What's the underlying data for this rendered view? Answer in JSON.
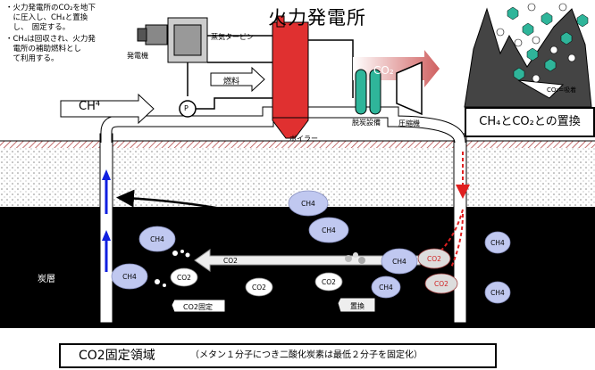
{
  "title": "火力発電所",
  "notes": [
    "・火力発電所のCO₂を地下\n　に圧入し、CH₄と置換\n　し、　固定する。",
    "・CH₄は回収され、火力発\n　電所の補助燃料とし\n　て利用する。"
  ],
  "plant_labels": {
    "generator": "発電機",
    "steam_turbine": "蒸気タービン",
    "fuel": "燃料",
    "pump": "P",
    "boiler": "ボイラー",
    "decarbonization": "脱炭設備",
    "compressor": "圧縮機",
    "ch4_input": "CH⁴",
    "co2_output": "CO₂"
  },
  "caption": "CH₄とCO₂との置換",
  "inset_label": "CO₂=吸着",
  "coal_layer": "炭層",
  "molecules": {
    "ch4": "CH4",
    "co2": "CO2",
    "co2_red": "CO2"
  },
  "signs": {
    "fixation": "CO2固定",
    "substitution": "置換"
  },
  "bottom": {
    "main": "CO2固定領域",
    "sub": "（メタン１分子につき二酸化炭素は最低２分子を固定化）"
  },
  "colors": {
    "coal": "#000000",
    "boiler_red": "#e03030",
    "molecule_fill": "#c0c8f0",
    "green": "#2fb59a",
    "arrow_blue": "#1020e0",
    "arrow_red": "#e02020"
  }
}
